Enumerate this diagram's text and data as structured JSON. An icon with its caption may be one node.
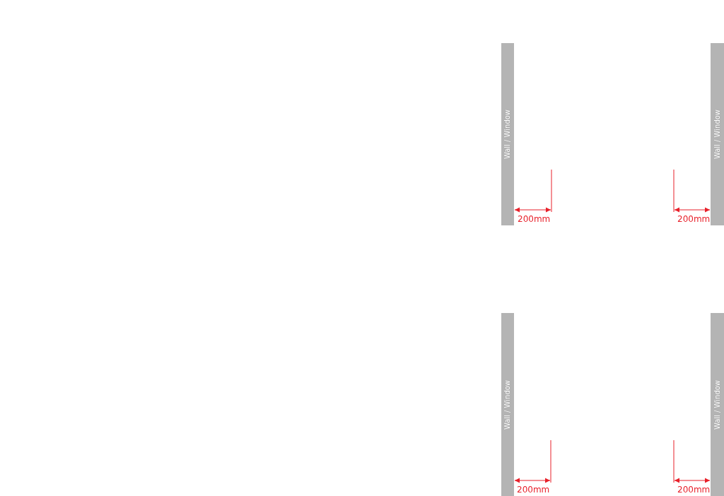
{
  "diagram": {
    "nodes": [
      {
        "text": [
          "Wall / Window"
        ]
      },
      {
        "text": [
          "Wall / Window"
        ]
      },
      {
        "text": [
          "Wall / Window"
        ]
      },
      {
        "text": [
          "Wall / Window"
        ]
      }
    ],
    "edges": [],
    "labels": [
      "200mm",
      "200mm",
      "200mm",
      "200mm"
    ]
  }
}
